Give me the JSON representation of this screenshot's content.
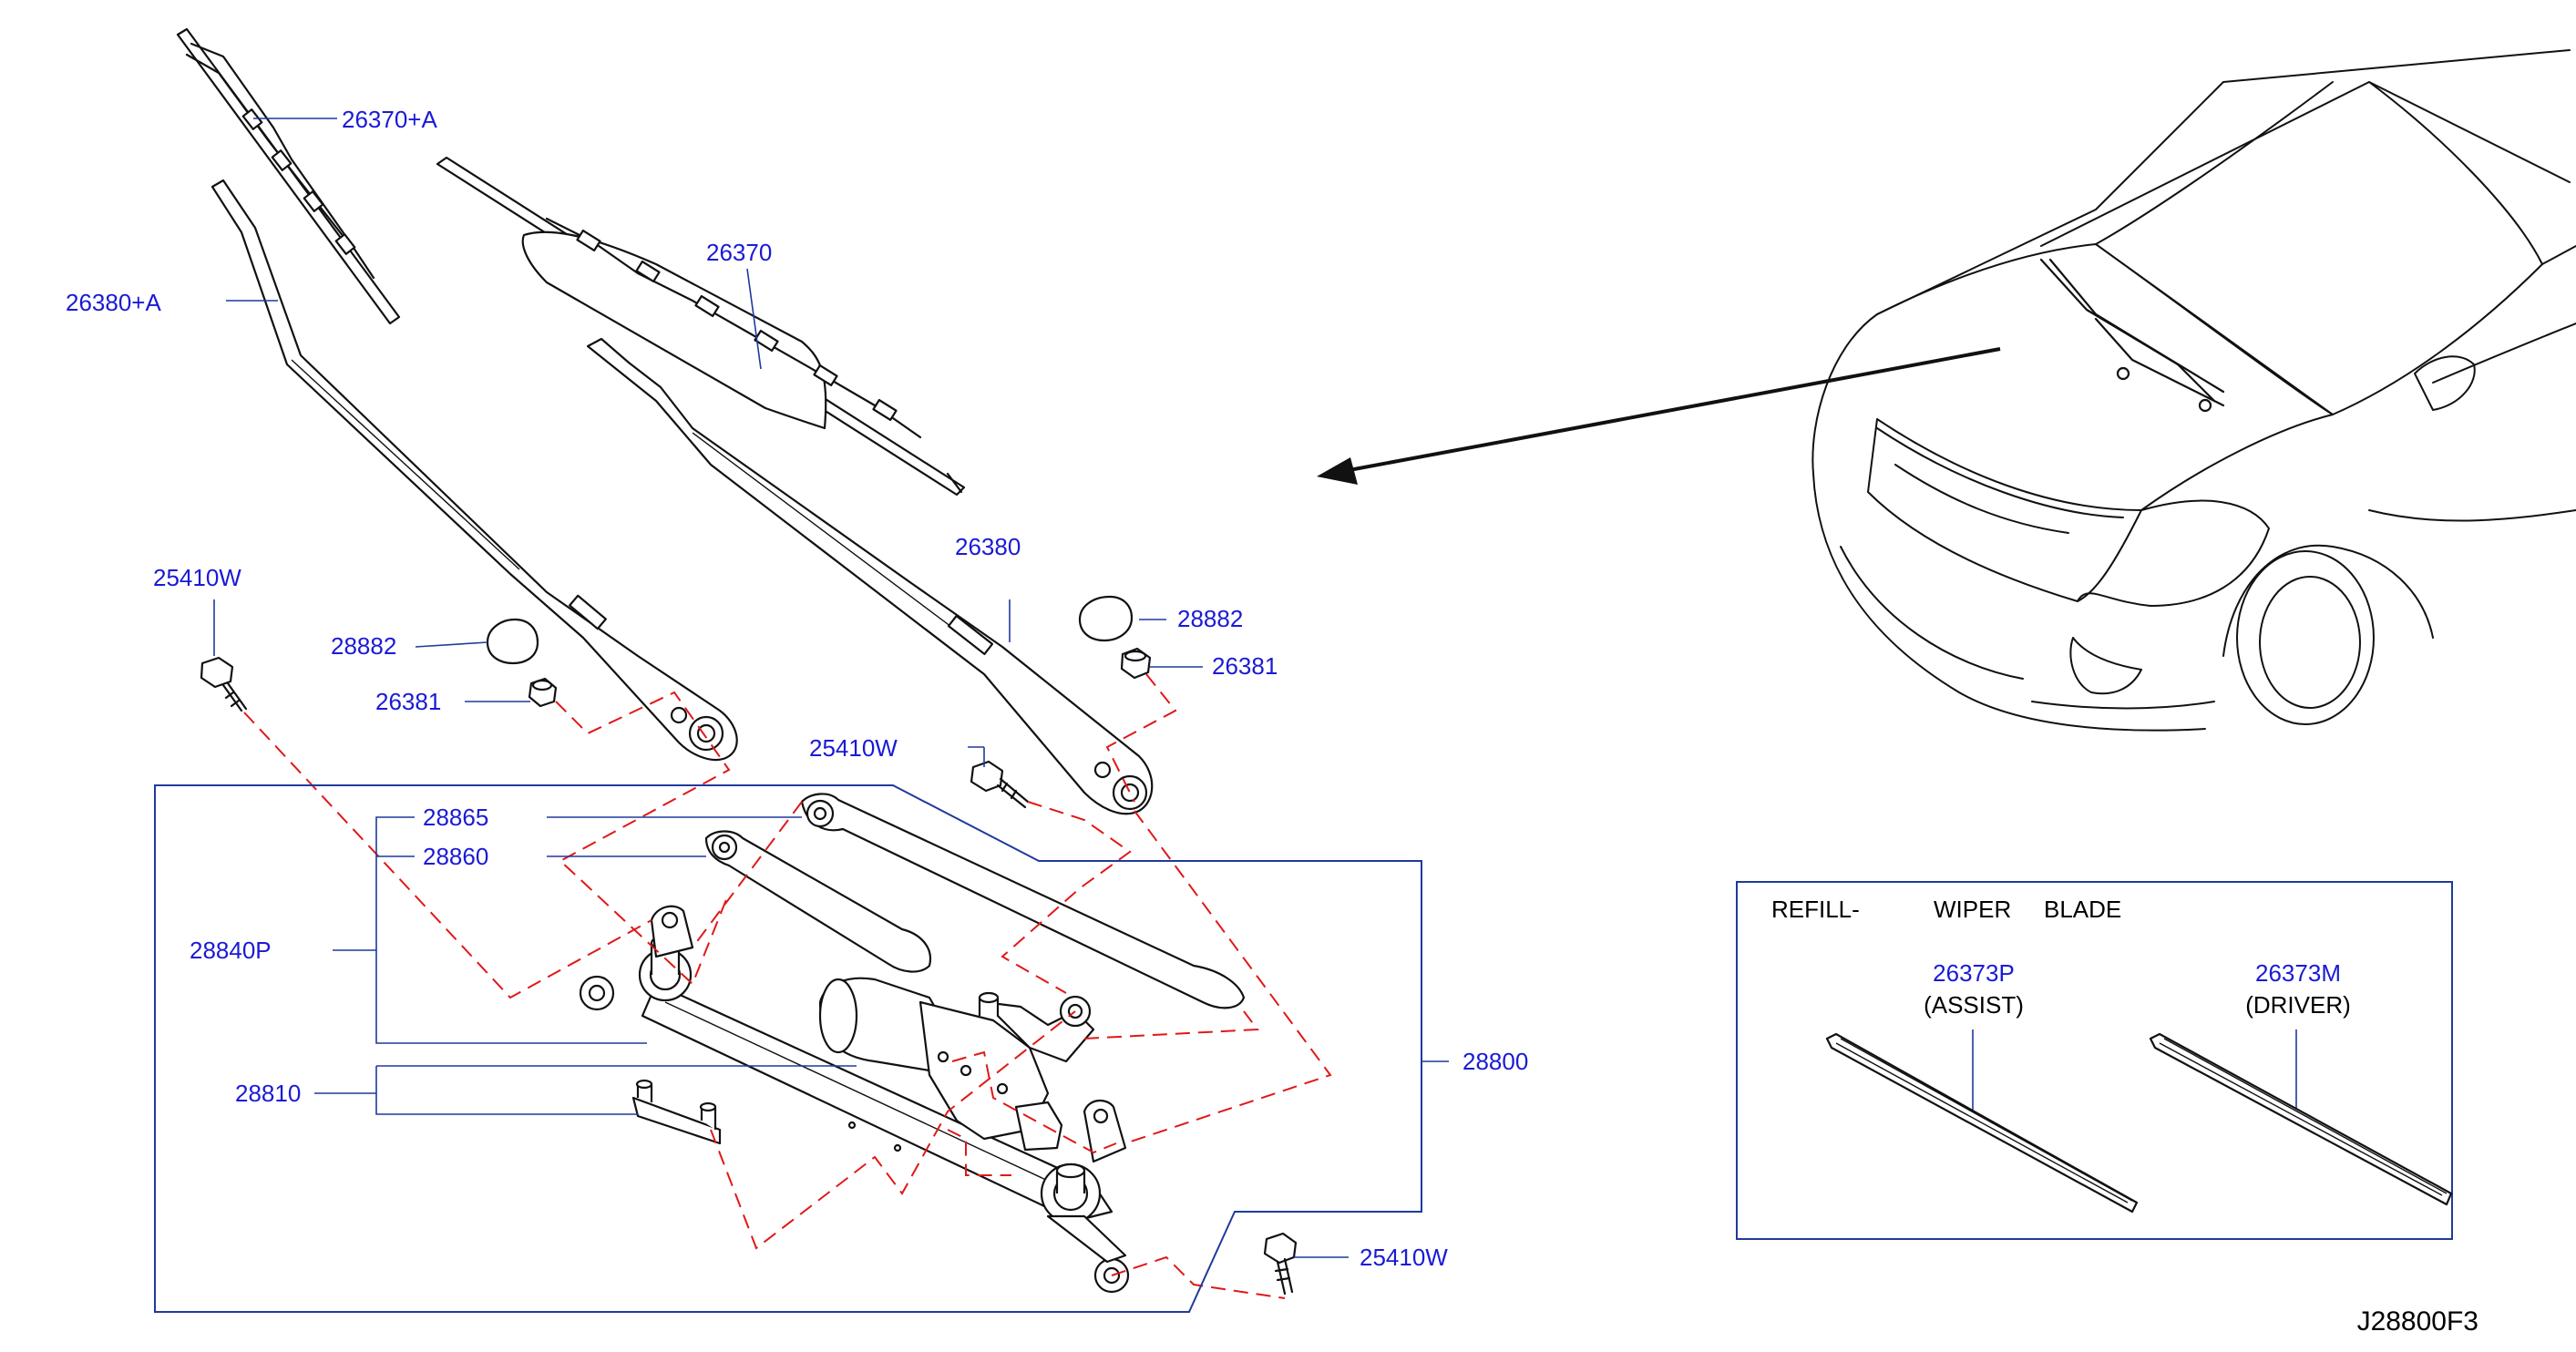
{
  "diagram_id": "J28800F3",
  "callouts": {
    "blade_left": "26370+A",
    "blade_right": "26370",
    "arm_left": "26380+A",
    "arm_right": "26380",
    "bolt_top_left": "25410W",
    "cap_left": "28882",
    "nut_left": "26381",
    "cap_right": "28882",
    "nut_right": "26381",
    "bolt_mid": "25410W",
    "link_upper": "28865",
    "link_lower": "28860",
    "linkage_assy": "28840P",
    "motor": "28810",
    "drive_assy": "28800",
    "bolt_bottom": "25410W"
  },
  "refill": {
    "heading_1": "REFILL-",
    "heading_2": "WIPER",
    "heading_3": "BLADE",
    "assist_part": "26373P",
    "assist_label": "(ASSIST)",
    "driver_part": "26373M",
    "driver_label": "(DRIVER)"
  },
  "colors": {
    "callout_text": "#1a1ad6",
    "leader_line": "#1f3a9c",
    "dashed_line": "#e01818",
    "part_line": "#111111"
  }
}
